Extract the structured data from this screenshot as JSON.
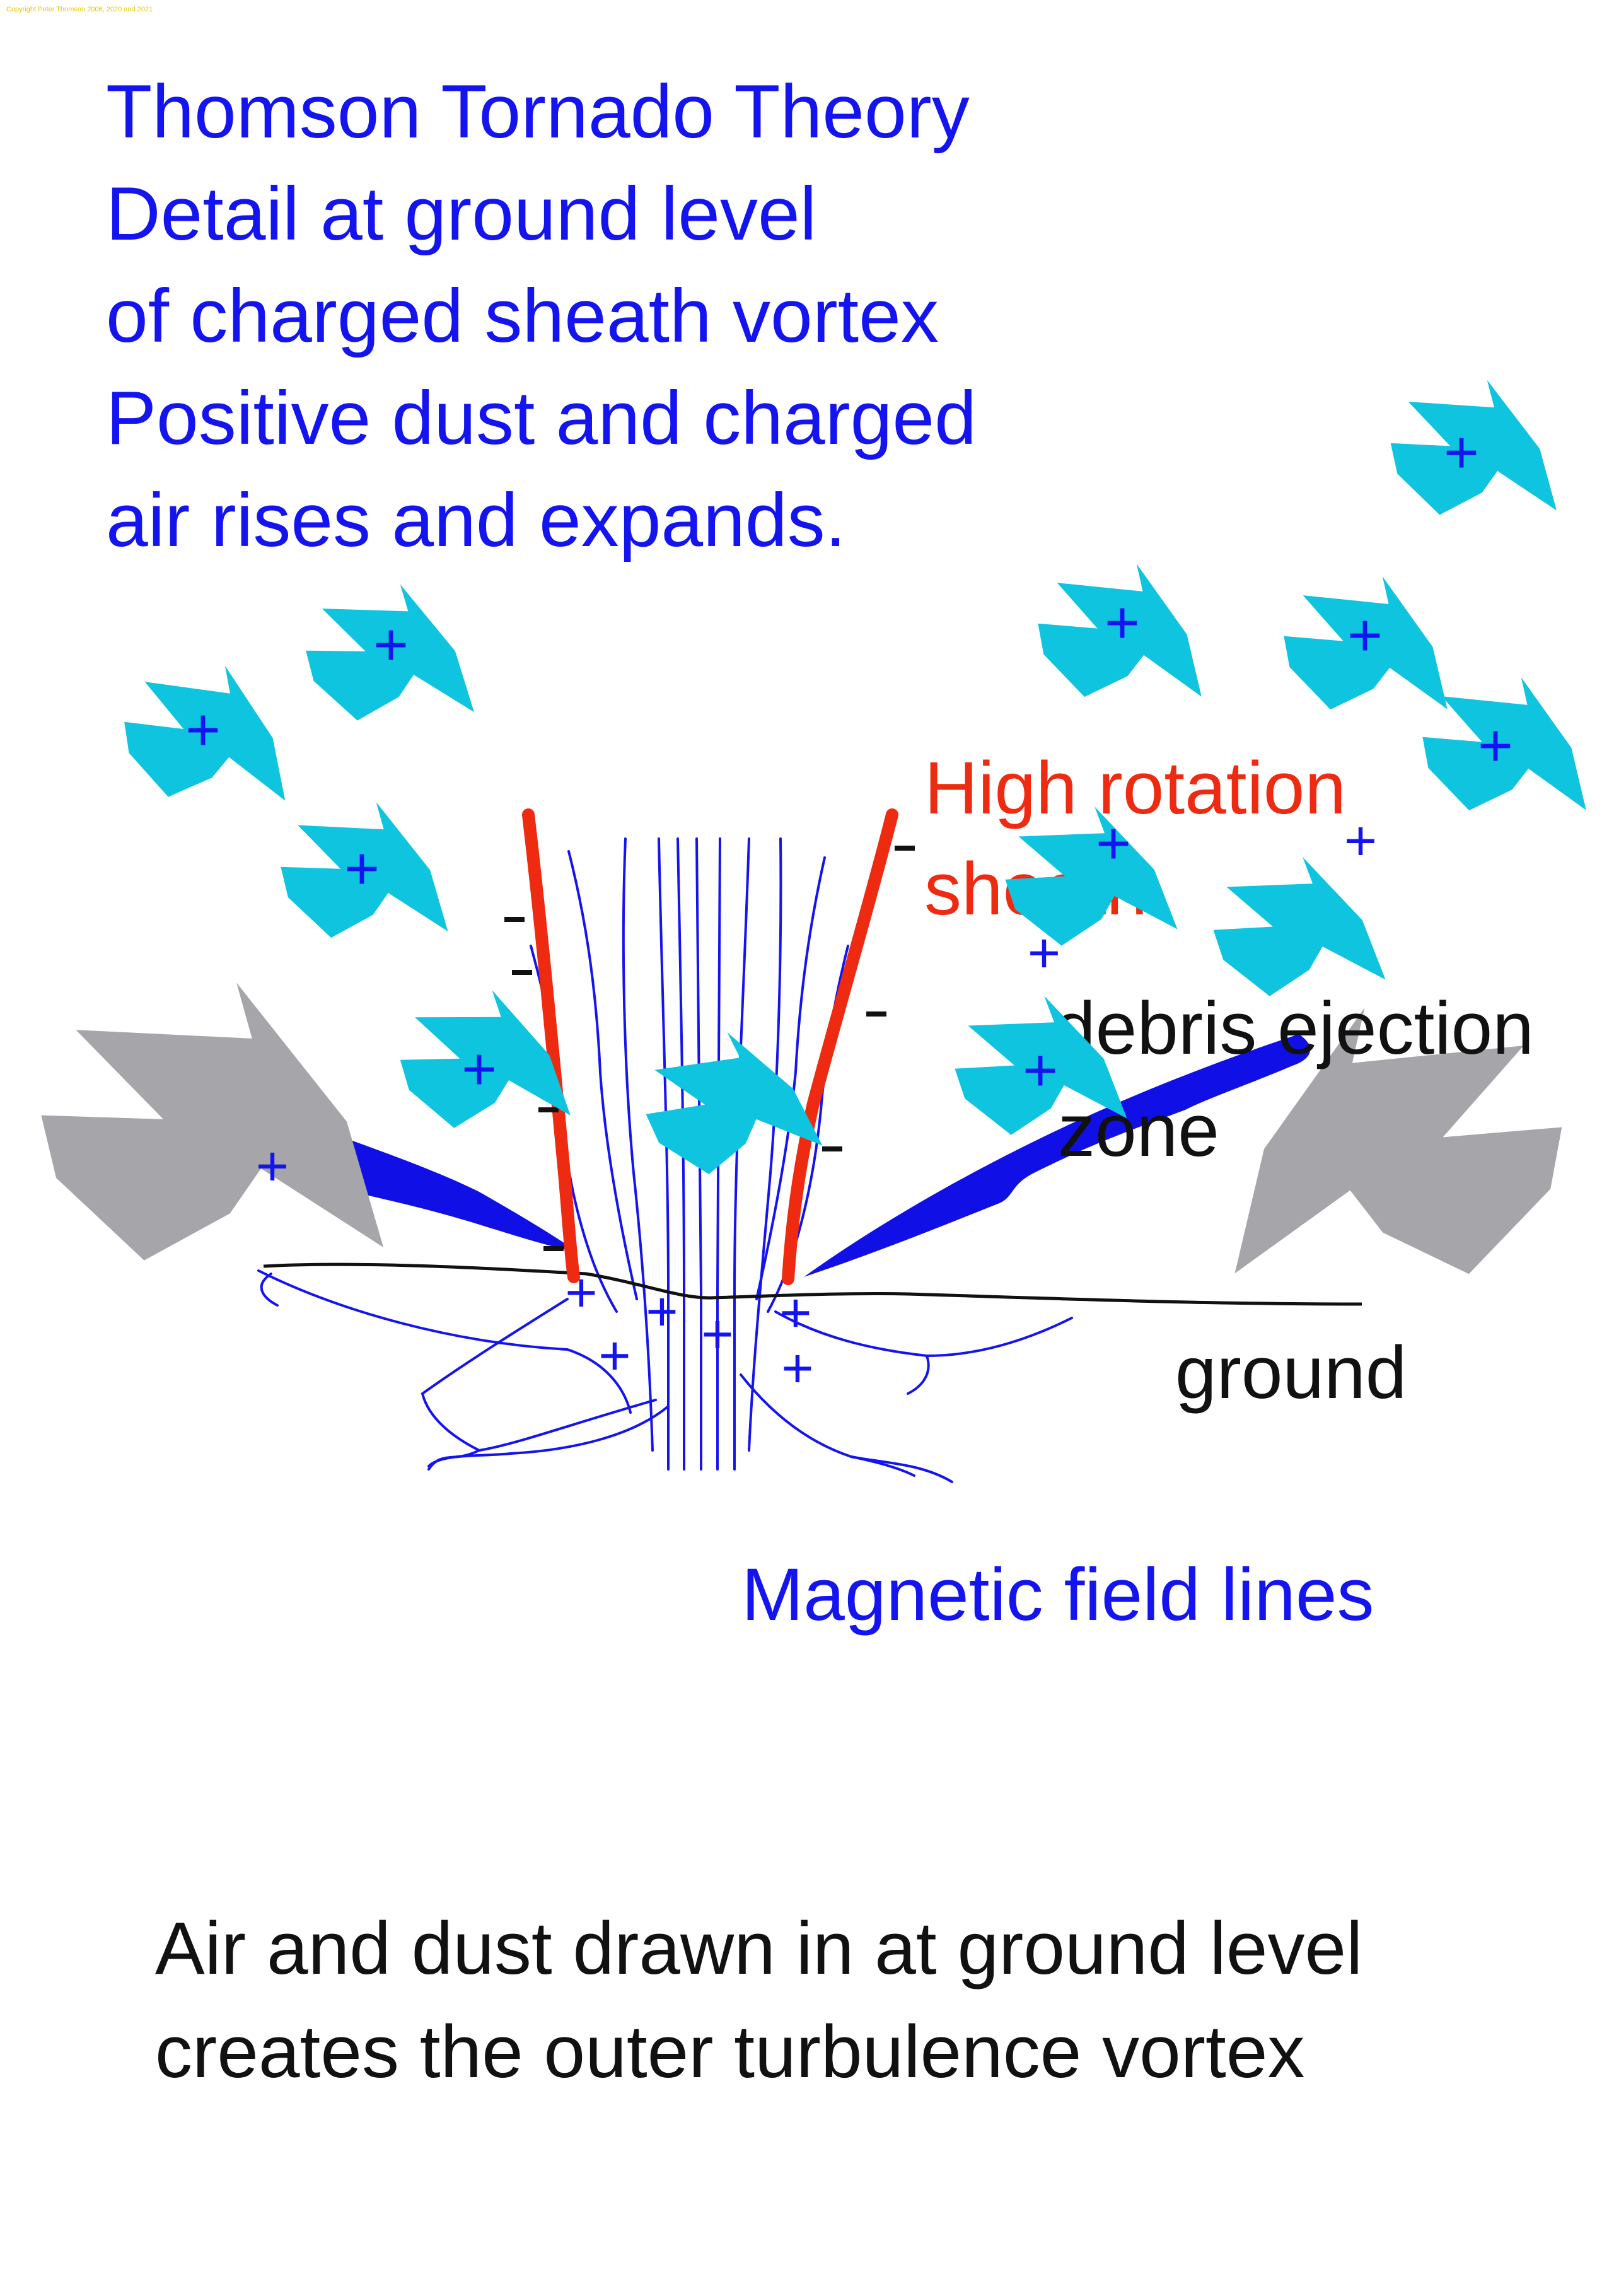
{
  "copyright": "Copyright Peter Thomson 2006, 2020 and 2021",
  "title_lines": [
    "Thomson Tornado Theory",
    "Detail at ground level",
    "of charged sheath vortex",
    "Positive dust and charged",
    "air rises and expands."
  ],
  "labels": {
    "high_rotation_sheath": [
      "High rotation",
      "sheath"
    ],
    "debris_ejection_zone": [
      "debris ejection",
      "zone"
    ],
    "ground": "ground",
    "magnetic_field_lines": "Magnetic field lines"
  },
  "caption_lines": [
    "Air and dust drawn in at ground level",
    "creates the outer turbulence vortex"
  ],
  "symbols": {
    "positive": "+",
    "negative": "-"
  },
  "colors": {
    "title_blue": "#1414f0",
    "sheath_red": "#ee2a10",
    "cyan_arrow": "#0ec4df",
    "gray_arrow": "#a6a6aa",
    "ejection_blue": "#1010e6",
    "ground_line": "#111111"
  }
}
